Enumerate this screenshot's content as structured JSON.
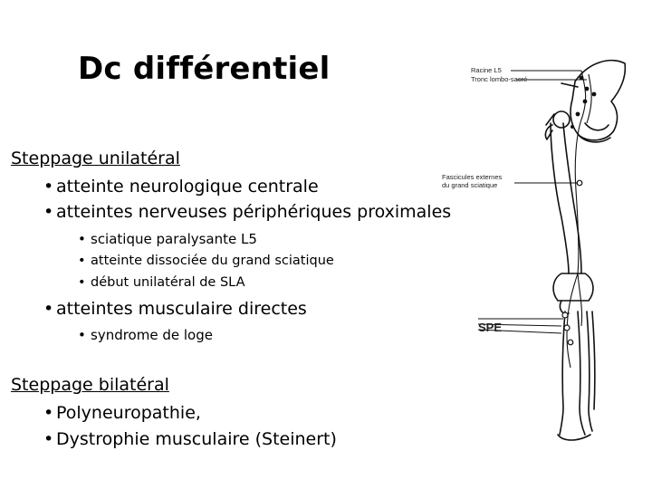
{
  "title": "Dc différentiel",
  "sections": [
    {
      "heading": "Steppage unilatéral",
      "items": [
        {
          "text": "atteinte neurologique centrale",
          "subitems": []
        },
        {
          "text": "atteintes nerveuses périphériques proximales",
          "subitems": [
            "sciatique paralysante L5",
            "atteinte dissociée du grand sciatique",
            "début unilatéral de SLA"
          ]
        },
        {
          "text": "atteintes musculaire directes",
          "subitems": [
            "syndrome de loge"
          ]
        }
      ]
    },
    {
      "heading": "Steppage bilatéral",
      "items": [
        {
          "text": "Polyneuropathie,",
          "subitems": []
        },
        {
          "text": "Dystrophie musculaire (Steinert)",
          "subitems": []
        }
      ]
    }
  ],
  "figure": {
    "labels": {
      "racine": "Racine L5",
      "tronc": "Tronc lombo-sacré",
      "fascicules_1": "Fascicules externes",
      "fascicules_2": "du grand sciatique",
      "spe": "SPE"
    }
  },
  "bullet": "•"
}
